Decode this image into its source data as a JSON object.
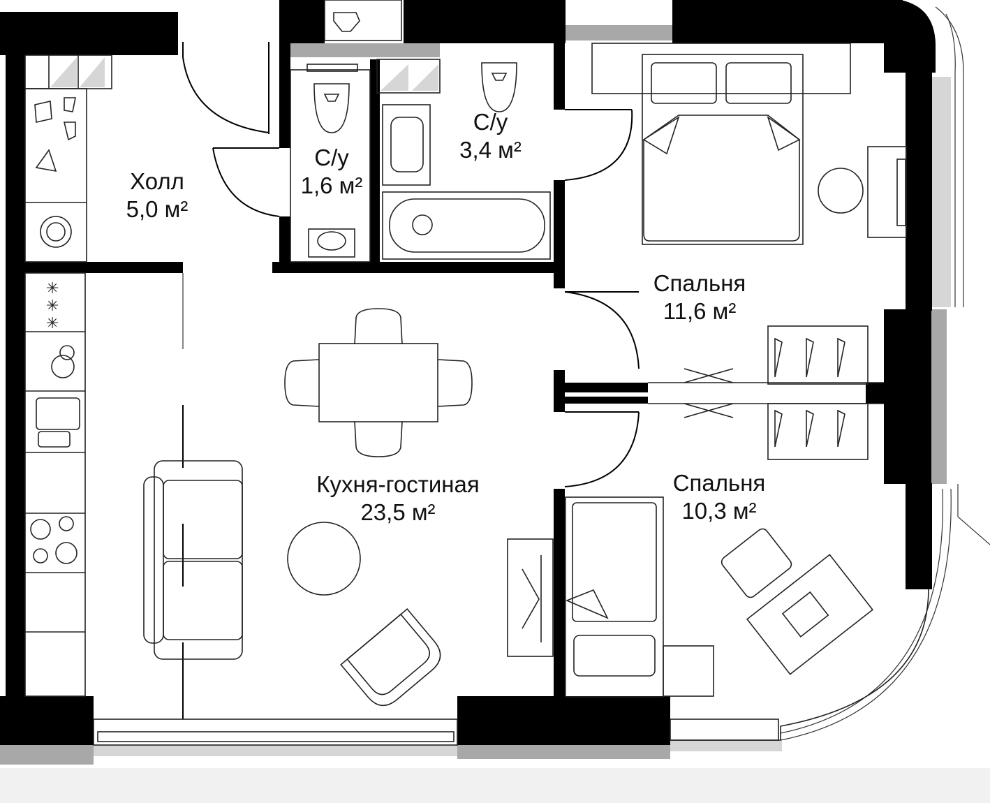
{
  "rooms": {
    "hall": {
      "name": "Холл",
      "area": "5,0 м²"
    },
    "wc1": {
      "name": "С/у",
      "area": "1,6 м²"
    },
    "wc2": {
      "name": "С/у",
      "area": "3,4 м²"
    },
    "bedroom1": {
      "name": "Спальня",
      "area": "11,6 м²"
    },
    "kitchen": {
      "name": "Кухня-гостиная",
      "area": "23,5 м²"
    },
    "bedroom2": {
      "name": "Спальня",
      "area": "10,3 м²"
    }
  },
  "colors": {
    "wall": "#000000",
    "window": "#a8a8a8",
    "line": "#222222"
  }
}
